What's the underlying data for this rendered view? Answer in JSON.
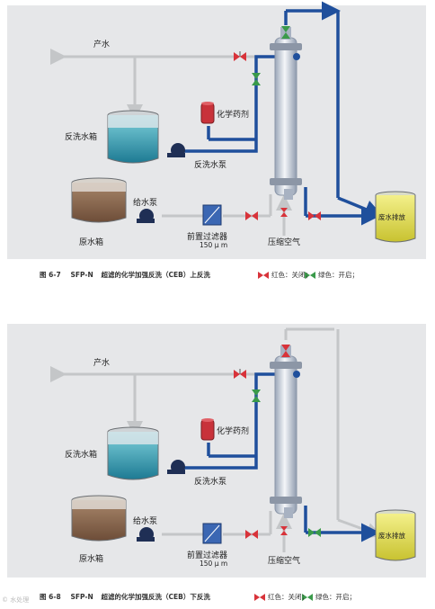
{
  "panels": [
    {
      "labels": {
        "product_water": "产水",
        "chemical": "化学药剂",
        "backwash_tank": "反洗水箱",
        "backwash_pump": "反洗水泵",
        "feed_pump": "给水泵",
        "raw_tank": "原水箱",
        "prefilter": "前置过滤器",
        "prefilter_size": "150 μ m",
        "compressed_air": "压缩空气",
        "drain": "废水排放"
      },
      "caption": {
        "fig_no": "图 6-7",
        "model": "SFP-N",
        "title": "超滤的化学加强反洗（CEB）上反洗",
        "red": "红色：关闭；",
        "green": "绿色：开启；"
      }
    },
    {
      "labels": {
        "product_water": "产水",
        "chemical": "化学药剂",
        "backwash_tank": "反洗水箱",
        "backwash_pump": "反洗水泵",
        "feed_pump": "给水泵",
        "raw_tank": "原水箱",
        "prefilter": "前置过滤器",
        "prefilter_size": "150 μ m",
        "compressed_air": "压缩空气",
        "drain": "废水排放"
      },
      "caption": {
        "fig_no": "图 6-8",
        "model": "SFP-N",
        "title": "超滤的化学加强反洗（CEB）下反洗",
        "red": "红色：关闭；",
        "green": "绿色：开启；"
      }
    }
  ],
  "watermark": "© 水处理",
  "colors": {
    "panel_bg": "#e6e7e9",
    "pipe_gray": "#c4c6c8",
    "pipe_blue": "#1f4f9c",
    "valve_red": "#d8333a",
    "valve_green": "#3a9a4a"
  }
}
